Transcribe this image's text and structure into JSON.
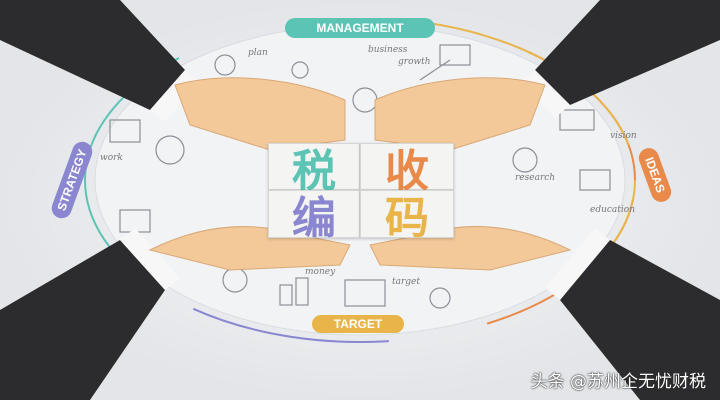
{
  "illustration": {
    "ring_labels": {
      "top": "MANAGEMENT",
      "left": "STRATEGY",
      "right": "IDEAS",
      "bottom": "TARGET"
    },
    "sketch_words": [
      "plan",
      "business",
      "growth",
      "work",
      "vision",
      "research",
      "education",
      "target",
      "money"
    ],
    "cards": [
      {
        "char": "税",
        "color": "#5cc4b4"
      },
      {
        "char": "收",
        "color": "#e98a4a"
      },
      {
        "char": "编",
        "color": "#8a86d0"
      },
      {
        "char": "码",
        "color": "#e9b54a"
      }
    ],
    "colors": {
      "management": "#5cc4b4",
      "strategy": "#8a86d0",
      "ideas": "#e98a4a",
      "target": "#e9b54a",
      "sleeve": "#2c2c2e",
      "hand": "#f3c99a"
    }
  },
  "watermark": "头条 @苏州企无忧财税"
}
